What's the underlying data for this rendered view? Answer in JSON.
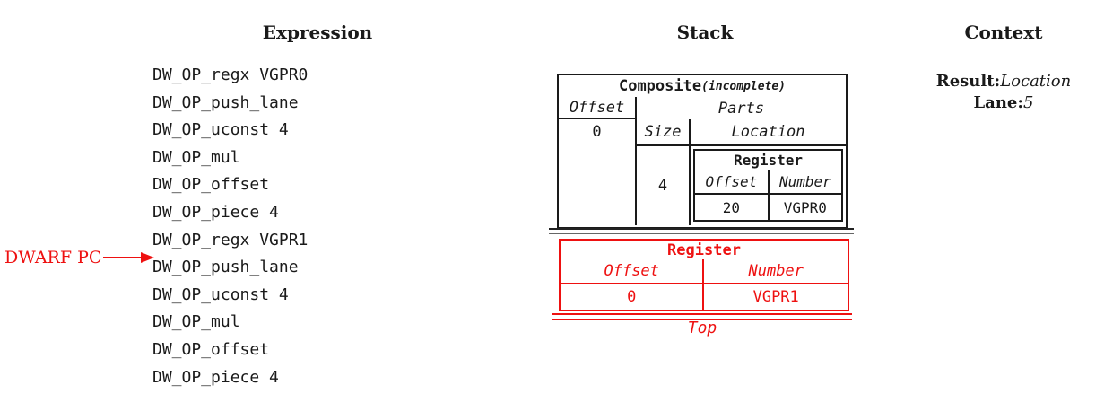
{
  "headers": {
    "expression": "Expression",
    "stack": "Stack",
    "context": "Context"
  },
  "expression": {
    "items": [
      "DW_OP_regx VGPR0",
      "DW_OP_push_lane",
      "DW_OP_uconst 4",
      "DW_OP_mul",
      "DW_OP_offset",
      "DW_OP_piece 4",
      "DW_OP_regx VGPR1",
      "DW_OP_push_lane",
      "DW_OP_uconst 4",
      "DW_OP_mul",
      "DW_OP_offset",
      "DW_OP_piece 4"
    ],
    "pc_label": "DWARF PC",
    "pc_points_to_index": 7
  },
  "stack": {
    "composite": {
      "title": "Composite",
      "title_note": "(incomplete)",
      "offset_header": "Offset",
      "offset_value": "0",
      "parts_header": "Parts",
      "size_header": "Size",
      "location_header": "Location",
      "size_value": "4",
      "register": {
        "title": "Register",
        "offset_header": "Offset",
        "number_header": "Number",
        "offset_value": "20",
        "number_value": "VGPR0"
      }
    },
    "top_entry": {
      "title": "Register",
      "offset_header": "Offset",
      "number_header": "Number",
      "offset_value": "0",
      "number_value": "VGPR1"
    },
    "top_label": "Top"
  },
  "context": {
    "result_label": "Result:",
    "result_value": "Location",
    "lane_label": "Lane:",
    "lane_value": "5"
  },
  "colors": {
    "accent_red": "#ee1111",
    "ink": "#1a1a1a"
  }
}
